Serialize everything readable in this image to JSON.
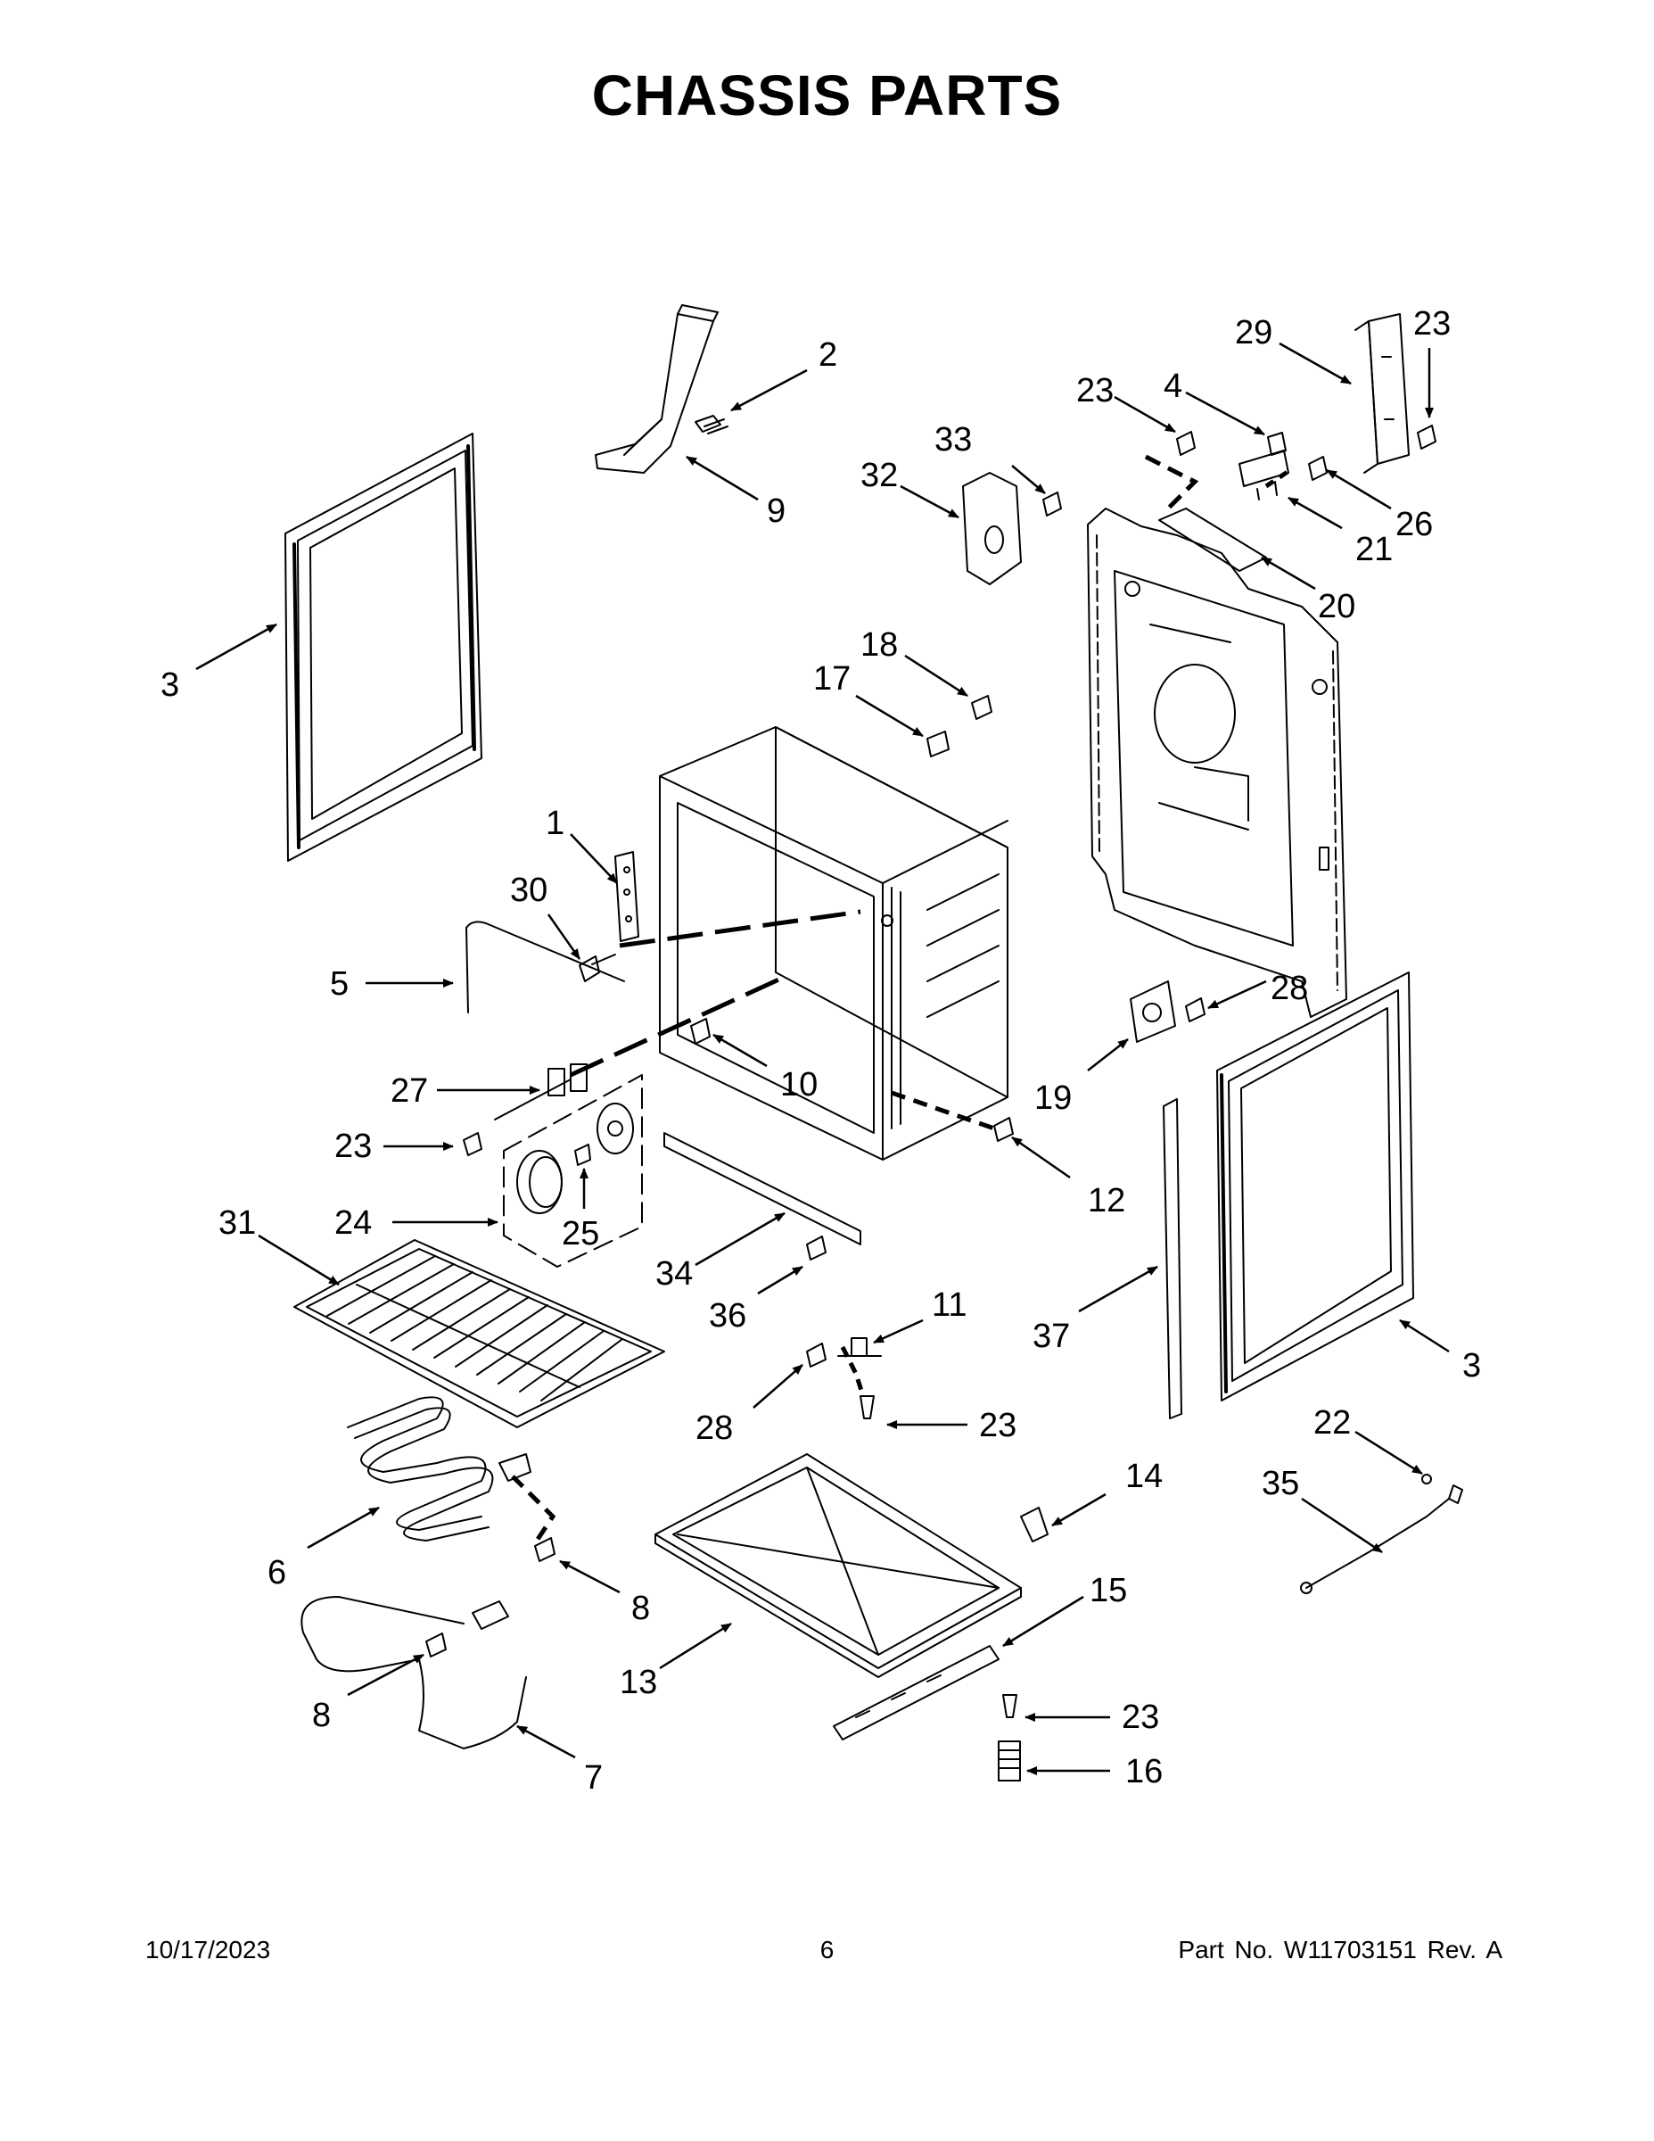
{
  "title": "CHASSIS PARTS",
  "footer": {
    "date": "10/17/2023",
    "page": "6",
    "part": "Part No.  W11703151  Rev.  A"
  },
  "callouts": {
    "c1": "1",
    "c2": "2",
    "c3a": "3",
    "c3b": "3",
    "c4": "4",
    "c5": "5",
    "c6": "6",
    "c7": "7",
    "c8a": "8",
    "c8b": "8",
    "c9": "9",
    "c10": "10",
    "c11": "11",
    "c12": "12",
    "c13": "13",
    "c14": "14",
    "c15": "15",
    "c16": "16",
    "c17": "17",
    "c18": "18",
    "c19": "19",
    "c20": "20",
    "c21": "21",
    "c22": "22",
    "c23a": "23",
    "c23b": "23",
    "c23c": "23",
    "c23d": "23",
    "c23e": "23",
    "c24": "24",
    "c25": "25",
    "c26": "26",
    "c27": "27",
    "c28a": "28",
    "c28b": "28",
    "c29": "29",
    "c30": "30",
    "c31": "31",
    "c32": "32",
    "c33": "33",
    "c34": "34",
    "c35": "35",
    "c36": "36",
    "c37": "37"
  }
}
